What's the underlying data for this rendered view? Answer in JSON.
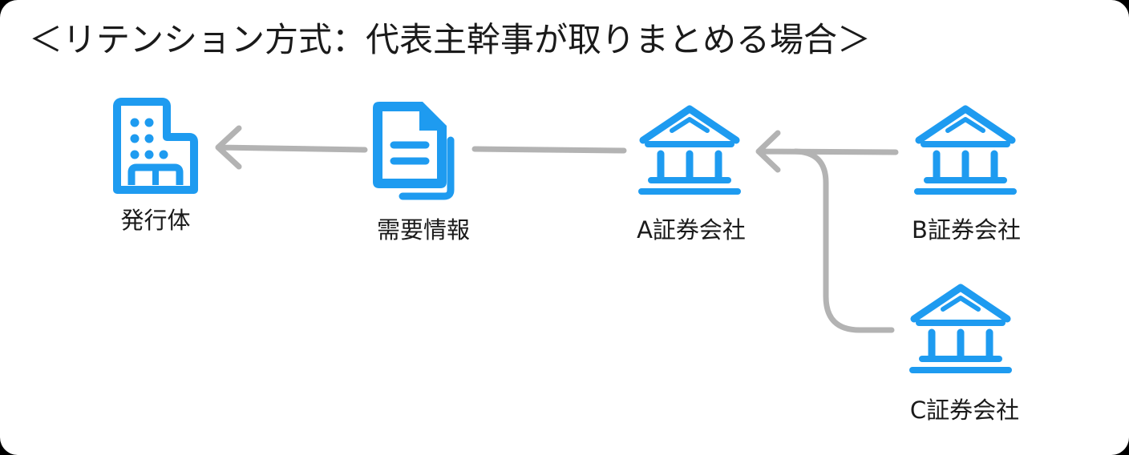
{
  "title": "＜リテンション方式：代表主幹事が取りまとめる場合＞",
  "nodes": {
    "issuer": {
      "label": "発行体",
      "icon": "building-icon"
    },
    "demand_info": {
      "label": "需要情報",
      "icon": "document-icon"
    },
    "firm_a": {
      "label": "A証券会社",
      "icon": "bank-icon"
    },
    "firm_b": {
      "label": "B証券会社",
      "icon": "bank-icon"
    },
    "firm_c": {
      "label": "C証券会社",
      "icon": "bank-icon"
    }
  },
  "colors": {
    "icon": "#1e9bf0",
    "arrow": "#b3b3b3",
    "text": "#1a1a1a",
    "background": "#ffffff"
  }
}
